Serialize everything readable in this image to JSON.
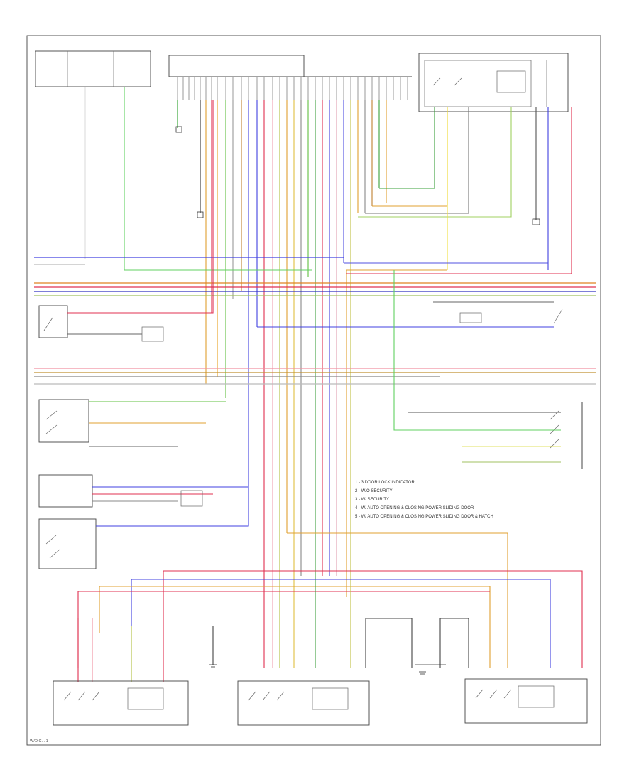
{
  "diagram": {
    "legend": [
      "1 - 3 DOOR LOCK INDICATOR",
      "2 - W/O SECURITY",
      "3 - W/ SECURITY",
      "4 - W/ AUTO OPENING & CLOSING POWER SLIDING DOOR",
      "5 - W/ AUTO OPENING & CLOSING POWER SLIDING DOOR & HATCH"
    ],
    "footer_code": "W/O C... 1"
  }
}
